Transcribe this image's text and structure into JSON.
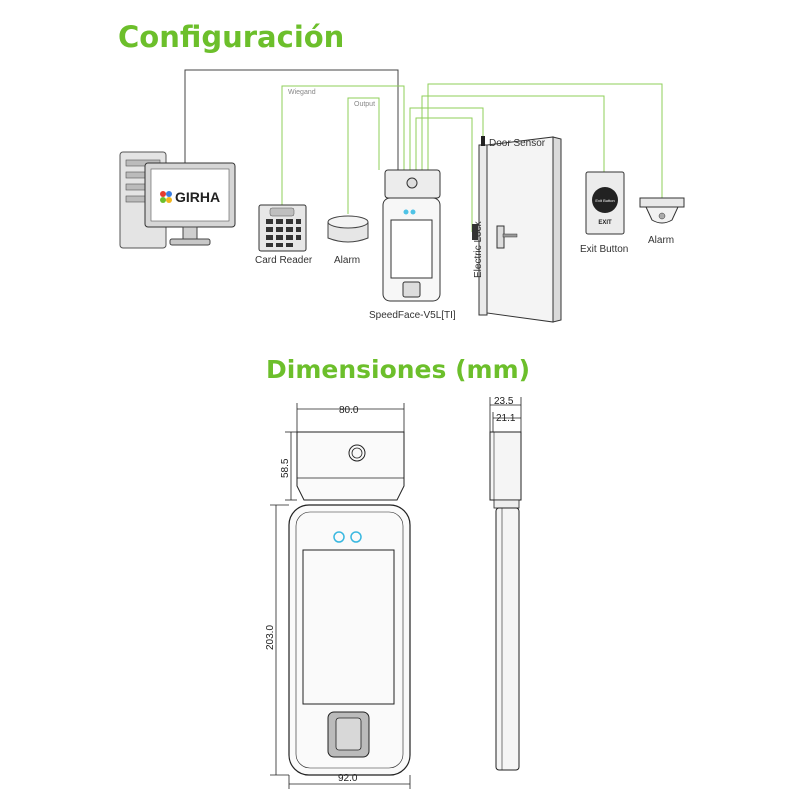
{
  "config_title": "Configuración",
  "dimensions_title": "Dimensiones (mm)",
  "brand_logo": "GIRHA",
  "wiring": {
    "wiegand": "Wiegand",
    "output": "Output",
    "door_sensor": "Door Sensor",
    "electric_lock": "Electric Lock"
  },
  "devices": {
    "card_reader": "Card Reader",
    "alarm_left": "Alarm",
    "terminal": "SpeedFace-V5L[TI]",
    "exit_button": "Exit Button",
    "alarm_right": "Alarm"
  },
  "exit_button_face": {
    "top": "Exit Button",
    "bottom": "EXIT"
  },
  "dims": {
    "top_width": "80.0",
    "head_height": "58.5",
    "body_height": "203.0",
    "bottom_width": "92.0",
    "depth_total": "23.5",
    "depth_body": "21.1"
  },
  "colors": {
    "accent": "#6cbf2b",
    "wire_green": "#8fcf5a",
    "wire_dark": "#444444"
  }
}
